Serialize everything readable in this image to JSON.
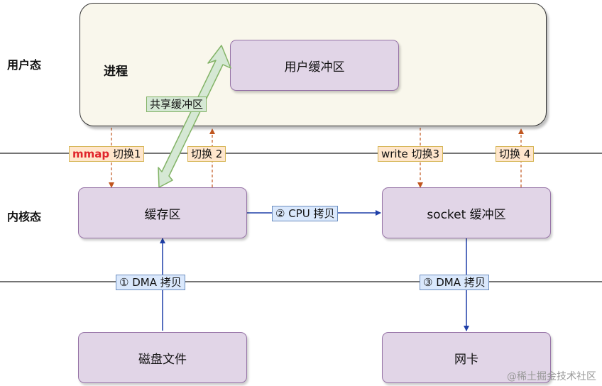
{
  "labels": {
    "user_mode": "用户态",
    "kernel_mode": "内核态"
  },
  "process": {
    "title": "进程"
  },
  "boxes": {
    "user_buffer": "用户缓冲区",
    "cache": "缓存区",
    "socket_buffer": "socket 缓冲区",
    "disk_file": "磁盘文件",
    "nic": "网卡"
  },
  "tags": {
    "shared_buffer": "共享缓冲区",
    "mmap": "mmap",
    "switch1": " 切换1",
    "switch2": "切换 2",
    "write": "write",
    "switch3": " 切换3",
    "switch4": "切换 4",
    "cpu_copy": "② CPU 拷贝",
    "dma_copy_1": "① DMA 拷贝",
    "dma_copy_3": "③ DMA 拷贝"
  },
  "colors": {
    "box_fill": "#e1d5e7",
    "box_border": "#9673a6",
    "switch_tag_fill": "#ffe6cc",
    "copy_tag_fill": "#dae8fc",
    "shared_tag_fill": "#d5e8d4",
    "dma_arrow": "#1f3fa8",
    "switch_arrow": "#c0561f",
    "mmap_text": "#e0252b"
  },
  "watermark": "@稀土掘金技术社区"
}
